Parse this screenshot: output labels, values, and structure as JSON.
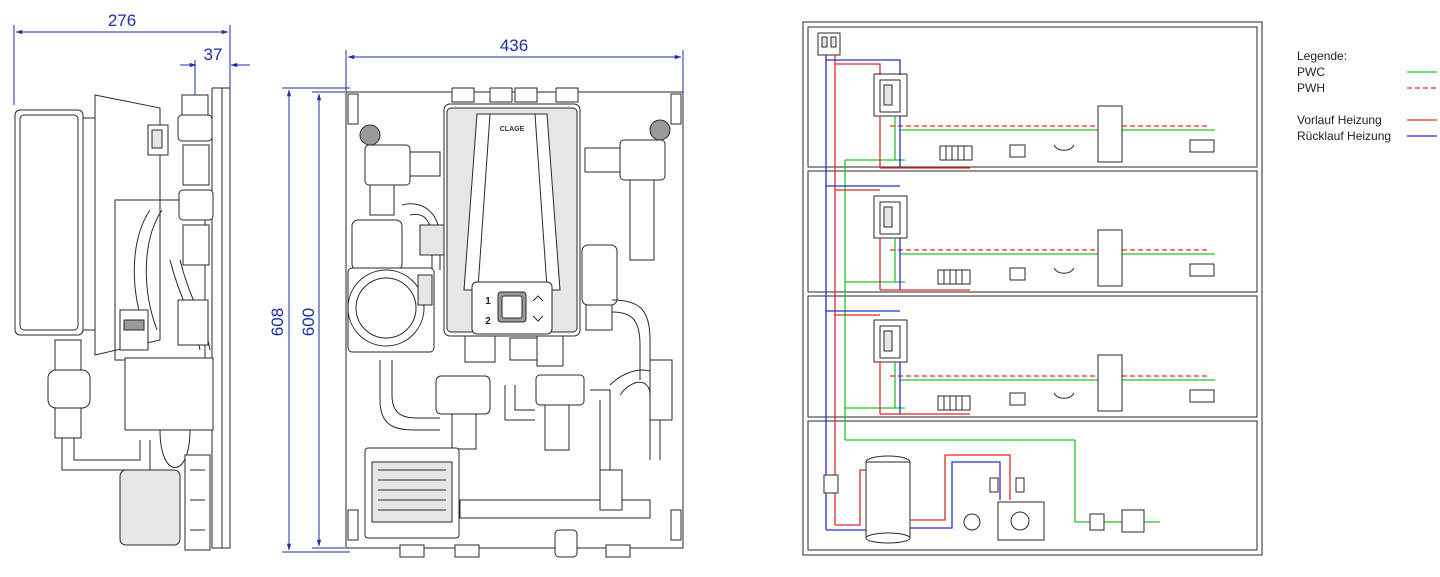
{
  "dimensions": {
    "side_width": "276",
    "side_depth": "37",
    "front_width": "436",
    "height_outer": "608",
    "height_inner": "600"
  },
  "device": {
    "brand": "CLAGE",
    "button_1": "1",
    "button_2": "2"
  },
  "legend": {
    "title": "Legende:",
    "items": [
      {
        "label": "PWC",
        "color": "#22c32a",
        "style": "solid"
      },
      {
        "label": "PWH",
        "color": "#e02828",
        "style": "dashed"
      },
      {
        "label": "Vorlauf Heizung",
        "color": "#e02828",
        "style": "solid"
      },
      {
        "label": "Rücklauf Heizung",
        "color": "#2430c8",
        "style": "solid"
      }
    ]
  },
  "colors": {
    "dimension": "#1f2ea8",
    "drawing": "#2a2a2a"
  }
}
